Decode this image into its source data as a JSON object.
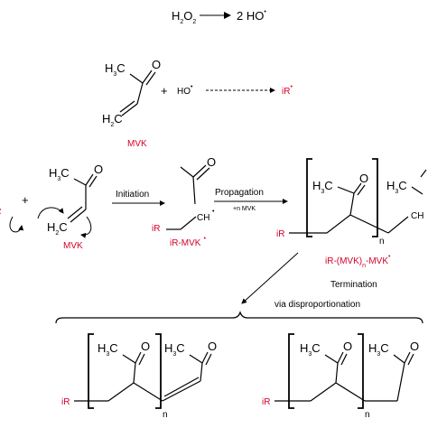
{
  "reaction1": {
    "reactant": "H",
    "reactant_sub": "2",
    "reactant_tail": "O",
    "reactant_sub2": "2",
    "product": "2 HO",
    "dot": "•"
  },
  "reaction2": {
    "methyl": "H",
    "methyl_sub": "3",
    "methyl_tail": "C",
    "oxygen": "O",
    "vinyl": "H",
    "vinyl_sub": "2",
    "vinyl_tail": "C",
    "plus": "+",
    "hydroxyl": "HO",
    "dot": "•",
    "product": "iR",
    "label": "MVK"
  },
  "reaction3": {
    "radical": "iR",
    "plus": "+",
    "mvk_label": "MVK",
    "initiation": "Initiation",
    "propagation": "Propagation",
    "propagation_note": "+n MVK",
    "adduct_ch": "CH",
    "adduct_label": "iR-MVK",
    "polymer_label_a": "iR-(MVK)",
    "polymer_label_sub": "n",
    "polymer_label_b": "-MVK",
    "subscript_n": "n",
    "termination": "Termination",
    "disproportionation": "via disproportionation"
  },
  "colors": {
    "radical_red": "#d6002a",
    "ink": "#000000"
  }
}
